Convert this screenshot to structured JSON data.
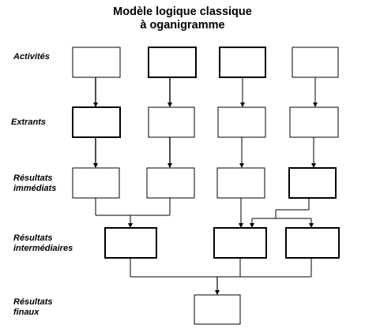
{
  "title": {
    "line1": "Modèle logique classique",
    "line2": "à oganigramme"
  },
  "rows": {
    "activites": "Activités",
    "extrants": "Extrants",
    "resultats_immediats_1": "Résultats",
    "resultats_immediats_2": "immédiats",
    "resultats_intermediaires_1": "Résultats",
    "resultats_intermediaires_2": "intermédiaires",
    "resultats_finaux_1": "Résultats",
    "resultats_finaux_2": "finaux"
  },
  "colors": {
    "stroke": "#000000",
    "background": "#ffffff"
  }
}
